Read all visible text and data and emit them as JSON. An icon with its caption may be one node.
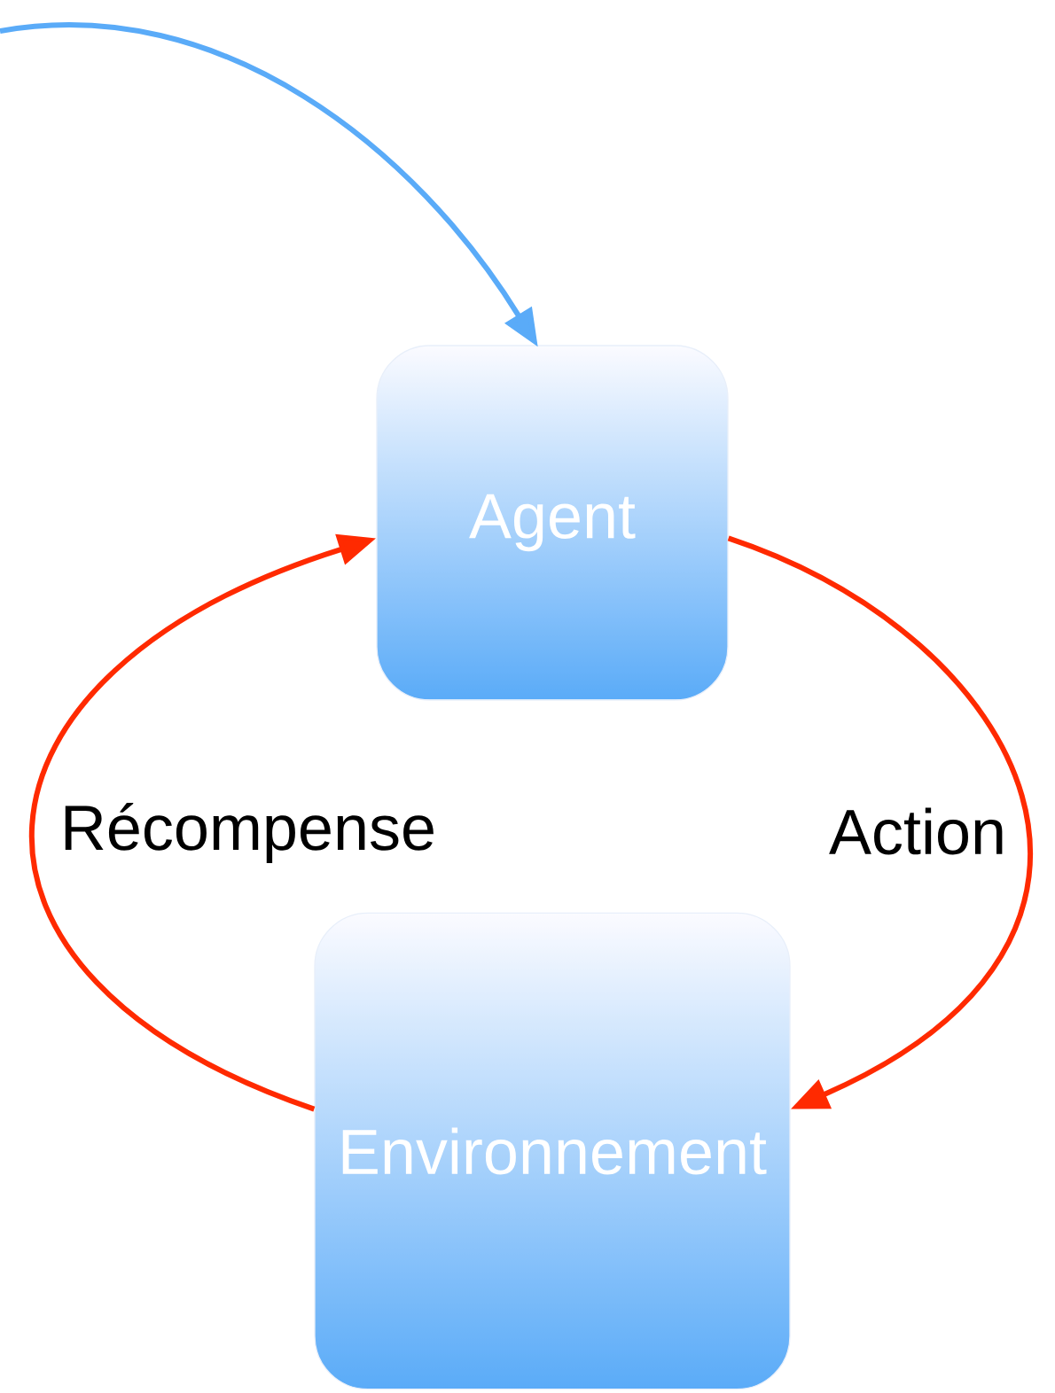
{
  "diagram": {
    "nodes": [
      {
        "text": [
          "Agent"
        ]
      },
      {
        "text": [
          "Environnement"
        ]
      }
    ],
    "edges": [
      {
        "from": null,
        "to": 0,
        "arrow": "to",
        "color": "#5aabf8"
      },
      {
        "from": 0,
        "to": 1,
        "arrow": "to",
        "label": "Action"
      },
      {
        "from": 1,
        "to": 0,
        "arrow": "to",
        "label": "Récompense"
      }
    ]
  }
}
